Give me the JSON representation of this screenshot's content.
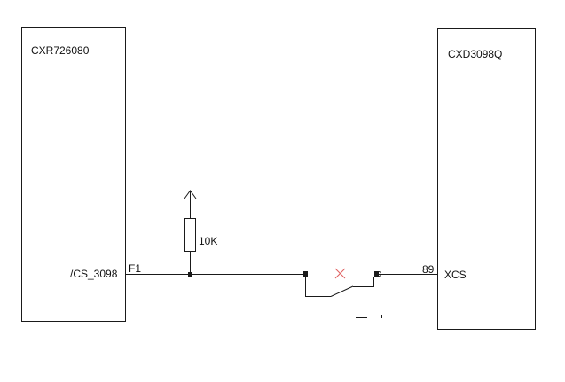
{
  "schematic": {
    "left_chip": {
      "name": "CXR726080",
      "pin_signal": "/CS_3098",
      "pin_number": "F1"
    },
    "right_chip": {
      "name": "CXD3098Q",
      "pin_signal": "XCS",
      "pin_number": "89"
    },
    "pullup_resistor": {
      "value": "10K"
    },
    "switch": {
      "state": "open",
      "marker": "removed"
    },
    "colors": {
      "line": "#1a1a1a",
      "marker": "#e06060",
      "background": "#ffffff"
    }
  }
}
